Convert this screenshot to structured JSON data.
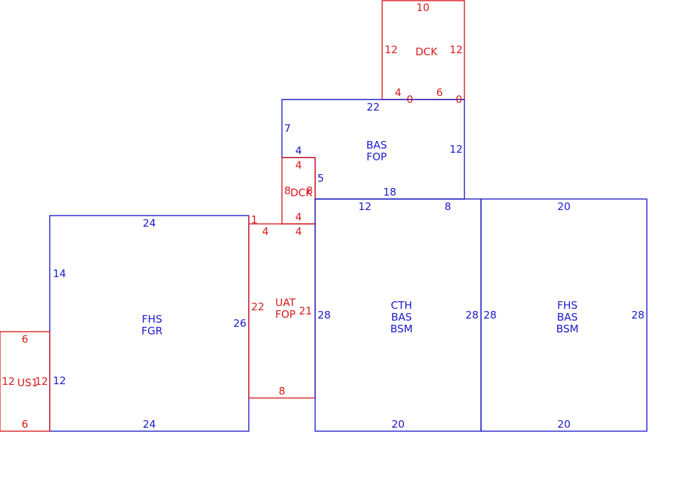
{
  "colors": {
    "blue": "#1a1ac8",
    "red": "#d81a1a",
    "background": "#ffffff"
  },
  "areas": [
    {
      "id": "dck-top",
      "color": "red",
      "label_lines": [
        "DCK"
      ]
    },
    {
      "id": "bas-fop",
      "color": "blue",
      "label_lines": [
        "BAS",
        "FOP"
      ]
    },
    {
      "id": "dck-small",
      "color": "red",
      "label_lines": [
        "DCK"
      ]
    },
    {
      "id": "fhs-fgr",
      "color": "blue",
      "label_lines": [
        "FHS",
        "FGR"
      ]
    },
    {
      "id": "uat-fop",
      "color": "red",
      "label_lines": [
        "UAT",
        "FOP"
      ]
    },
    {
      "id": "cth-bas-bsm",
      "color": "blue",
      "label_lines": [
        "CTH",
        "BAS",
        "BSM"
      ]
    },
    {
      "id": "fhs-bas-bsm",
      "color": "blue",
      "label_lines": [
        "FHS",
        "BAS",
        "BSM"
      ]
    },
    {
      "id": "us1",
      "color": "red",
      "label_lines": [
        "US1"
      ]
    }
  ],
  "dimensions": {
    "dck_top": {
      "top": "10",
      "left": "12",
      "right": "12",
      "bottom_left": "4",
      "bottom_zero_1": "0",
      "bottom_right": "6",
      "bottom_zero_2": "0"
    },
    "bas_fop": {
      "top": "22",
      "left": "7",
      "left_step": "4",
      "right": "12",
      "step_right": "5",
      "bottom": "18"
    },
    "dck_small": {
      "top": "4",
      "left": "8",
      "right": "8",
      "bottom": "4"
    },
    "fhs_fgr": {
      "top": "24",
      "left": "14",
      "right": "26",
      "left_step": "12",
      "bottom": "24"
    },
    "uat_fop": {
      "top_tick": "1",
      "top_left": "4",
      "top_right": "4",
      "left": "22",
      "right": "21",
      "bottom": "8"
    },
    "cth_bas_bsm": {
      "top_left": "12",
      "top_right": "8",
      "left": "28",
      "right": "28",
      "bottom": "20"
    },
    "fhs_bas_bsm": {
      "top": "20",
      "left": "28",
      "right": "28",
      "bottom": "20"
    },
    "us1": {
      "top": "6",
      "left": "12",
      "right": "12",
      "bottom": "6"
    }
  }
}
